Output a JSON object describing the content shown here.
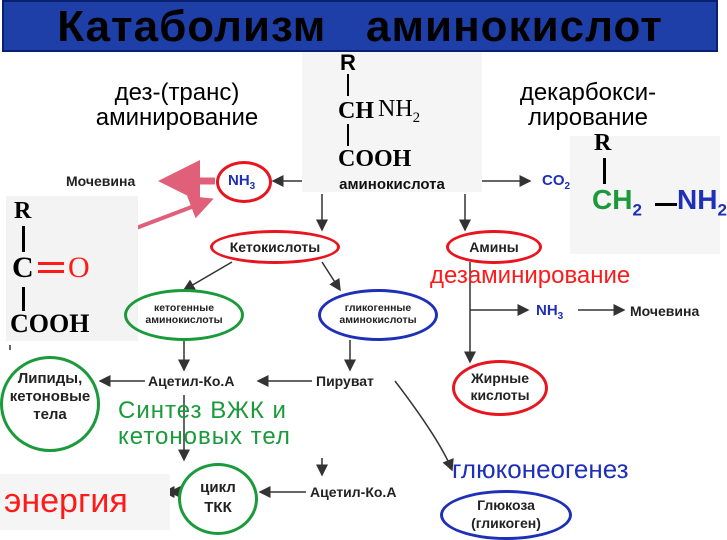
{
  "title": "Катаболизм   аминокислот",
  "headings": {
    "transamination": [
      "дез-(транс)",
      "аминирование"
    ],
    "decarboxylation": [
      "декарбокси-",
      "лирование"
    ],
    "deamination": "дезаминирование",
    "gluconeogenesis": "глюконеогенез",
    "vzhk_synthesis": [
      "Синтез  ВЖК  и",
      "кетоновых  тел"
    ],
    "energy": "энергия"
  },
  "amino_acid": {
    "r": "R",
    "ch": "CH",
    "nh2": "NH",
    "nh2_sub": "2",
    "cooh": "COOH",
    "label": "аминокислота"
  },
  "keto_acid": {
    "r": "R",
    "c": "C",
    "o": "O",
    "cooh": "COOH"
  },
  "amine": {
    "r": "R",
    "ch": "CH",
    "ch_sub": "2",
    "nh": "NH",
    "nh_sub": "2"
  },
  "nodes": {
    "urea_left": "Мочевина",
    "nh3_left": "NH",
    "nh3_left_sub": "3",
    "co2": "CO",
    "co2_sub": "2",
    "ketoacids": "Кетокислоты",
    "amines": "Амины",
    "ketogenic": [
      "кетогенные",
      "аминокислоты"
    ],
    "glucogenic": [
      "гликогенные",
      "аминокислоты"
    ],
    "nh3_right": "NH",
    "nh3_right_sub": "3",
    "urea_right": "Мочевина",
    "lipids": [
      "Липиды,",
      "кетоновые",
      "тела"
    ],
    "acetyl_coa_1": "Ацетил-Ко.А",
    "pyruvate": "Пируват",
    "fatty_acids": [
      "Жирные",
      "кислоты"
    ],
    "tca": [
      "цикл",
      "ТКК"
    ],
    "acetyl_coa_2": "Ацетил-Ко.А",
    "glucose": [
      "Глюкоза",
      "(гликоген)"
    ]
  },
  "colors": {
    "title_bg": "#1f3fa8",
    "red": "#e8141e",
    "green": "#1a9a3a",
    "blue": "#1e2fb8",
    "highlight_red": "#ff1a1a"
  }
}
